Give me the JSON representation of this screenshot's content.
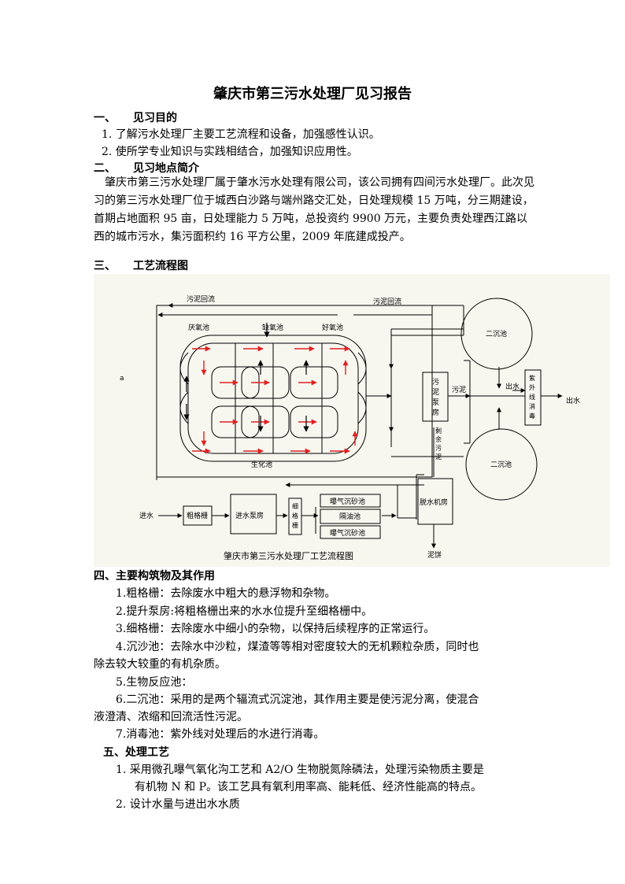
{
  "title": "肇庆市第三污水处理厂见习报告",
  "sections": {
    "s1": {
      "num": "一、",
      "heading": "见习目的",
      "items": [
        "1.  了解污水处理厂主要工艺流程和设备，加强感性认识。",
        "2.  使所学专业知识与实践相结合，加强知识应用性。"
      ]
    },
    "s2": {
      "num": "二、",
      "heading": "见习地点简介",
      "para": "肇庆市第三污水处理厂属于肇水污水处理有限公司，该公司拥有四间污水处理厂。此次见习的第三污水处理厂位于城西白沙路与端州路交汇处，日处理规模 15 万吨，分三期建设，首期占地面积 95 亩，日处理能力 5 万吨，总投资约 9900 万元，主要负责处理西江路以西的城市污水，集污面积约 16 平方公里，2009 年底建成投产。"
    },
    "s3": {
      "num": "三、",
      "heading": "工艺流程图"
    },
    "s4": {
      "heading": "四、主要构筑物及其作用",
      "items": [
        "1.粗格栅：去除废水中粗大的悬浮物和杂物。",
        "2.提升泵房:将粗格栅出来的水水位提升至细格栅中。",
        "3.细格栅：去除废水中细小的杂物，以保持后续程序的正常运行。",
        "4.沉沙池：去除水中沙粒，煤渣等等相对密度较大的无机颗粒杂质，同时也",
        "除去较大较重的有机杂质。",
        "5.生物反应池：",
        "6.二沉池：采用的是两个辐流式沉淀池，其作用主要是使污泥分离，使混合",
        "液澄清、浓缩和回流活性污泥。",
        "7.消毒池：紫外线对处理后的水进行消毒。"
      ]
    },
    "s5": {
      "heading": "五、处理工艺",
      "items": [
        "1.  采用微孔曝气氧化沟工艺和 A2/O 生物脱氮除磷法，处理污染物质主要是",
        "有机物 N 和 P。该工艺具有氧利用率高、能耗低、经济性能高的特点。",
        "2.  设计水量与进出水水质"
      ]
    }
  },
  "diagram": {
    "caption": "肇庆市第三污水处理厂工艺流程图",
    "labels": {
      "sludge_return_left": "污泥回流",
      "sludge_return_right": "污泥回流",
      "anaerobic": "厌氧池",
      "anoxic": "缺氧池",
      "aerobic": "好氧池",
      "bioreactor": "生化池",
      "clarifier_top": "二沉池",
      "clarifier_bottom": "二沉池",
      "sludge_pump": [
        "污",
        "泥",
        "泵",
        "房"
      ],
      "sludge": "污泥",
      "excess_sludge": [
        "剩",
        "余",
        "污",
        "泥"
      ],
      "outlet": "出水",
      "outlet_final": "出水",
      "uv": [
        "紫",
        "外",
        "线",
        "消",
        "毒"
      ],
      "inlet": "进水",
      "coarse_screen": "粗格栅",
      "inlet_pump": "进水泵房",
      "fine_screen": [
        "细",
        "格",
        "栅"
      ],
      "grit_top": "曝气沉砂池",
      "oil_trap": "隔油池",
      "grit_bottom": "曝气沉砂池",
      "dewatering": "脱水机房",
      "sludge_cake": "泥饼",
      "marker": "a"
    },
    "colors": {
      "background": "#f7f6ef",
      "line": "#000000",
      "arrow_red": "#e02020"
    }
  }
}
